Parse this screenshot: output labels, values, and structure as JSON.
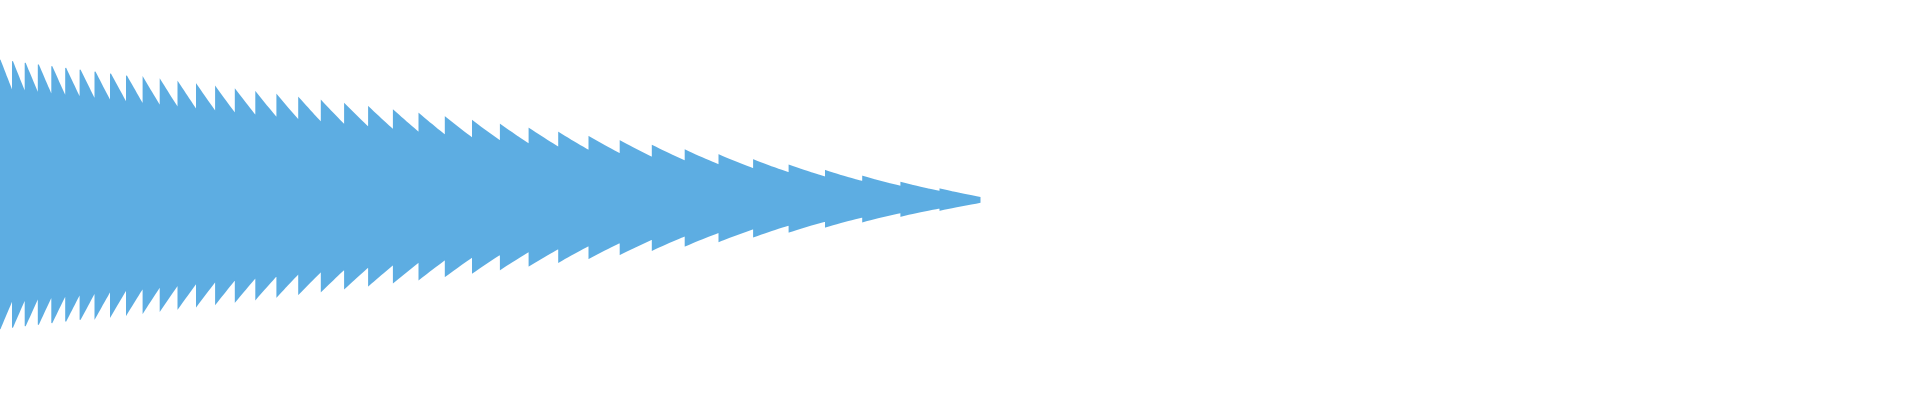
{
  "waveform": {
    "color": "#5dade2",
    "background": "#ffffff",
    "pulse_count": 40,
    "start_amplitude": 0.85,
    "end_amplitude": 0.02
  }
}
